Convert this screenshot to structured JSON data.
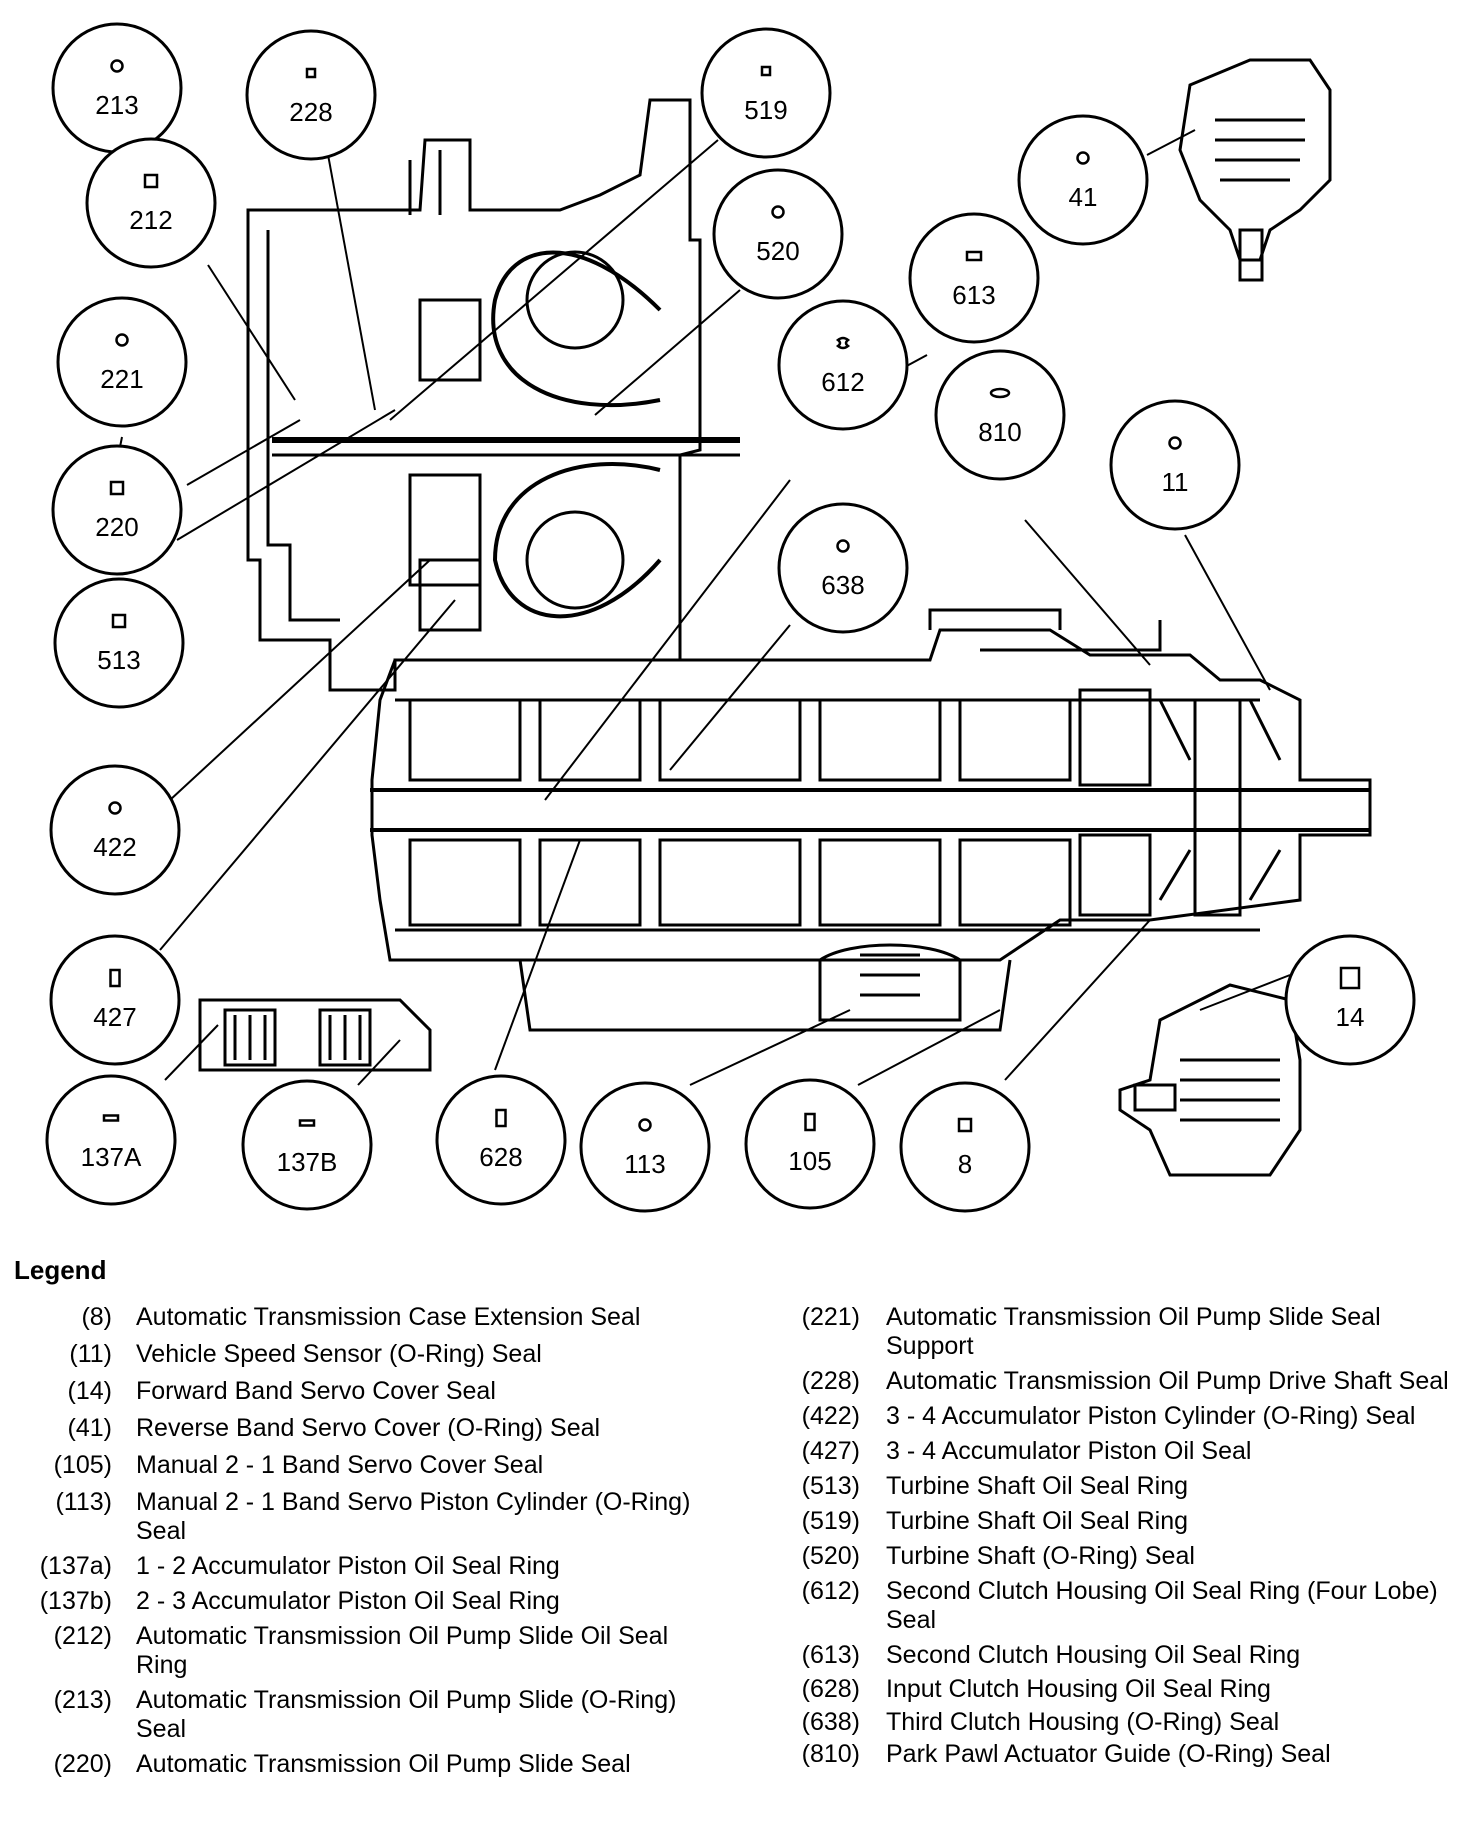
{
  "callouts": [
    {
      "id": "213",
      "symbol": "circle"
    },
    {
      "id": "228",
      "symbol": "small-square"
    },
    {
      "id": "519",
      "symbol": "small-square"
    },
    {
      "id": "212",
      "symbol": "square"
    },
    {
      "id": "520",
      "symbol": "circle"
    },
    {
      "id": "41",
      "symbol": "circle"
    },
    {
      "id": "613",
      "symbol": "wide-rect"
    },
    {
      "id": "221",
      "symbol": "circle"
    },
    {
      "id": "612",
      "symbol": "lobe"
    },
    {
      "id": "810",
      "symbol": "oval"
    },
    {
      "id": "11",
      "symbol": "circle"
    },
    {
      "id": "220",
      "symbol": "square"
    },
    {
      "id": "638",
      "symbol": "circle"
    },
    {
      "id": "513",
      "symbol": "square"
    },
    {
      "id": "422",
      "symbol": "circle"
    },
    {
      "id": "427",
      "symbol": "tall-rect"
    },
    {
      "id": "14",
      "symbol": "large-square"
    },
    {
      "id": "137A",
      "symbol": "flat-rect"
    },
    {
      "id": "137B",
      "symbol": "flat-rect"
    },
    {
      "id": "628",
      "symbol": "tall-rect"
    },
    {
      "id": "113",
      "symbol": "circle"
    },
    {
      "id": "105",
      "symbol": "tall-rect"
    },
    {
      "id": "8",
      "symbol": "square"
    }
  ],
  "legend": {
    "title": "Legend",
    "left": [
      {
        "code": "(8)",
        "text": "Automatic Transmission Case Extension Seal"
      },
      {
        "code": "(11)",
        "text": "Vehicle Speed Sensor (O-Ring) Seal"
      },
      {
        "code": "(14)",
        "text": "Forward Band Servo Cover Seal"
      },
      {
        "code": "(41)",
        "text": "Reverse Band Servo Cover (O-Ring) Seal"
      },
      {
        "code": "(105)",
        "text": "Manual 2 - 1 Band Servo Cover Seal"
      },
      {
        "code": "(113)",
        "text": "Manual 2 - 1 Band Servo Piston Cylinder (O-Ring) Seal"
      },
      {
        "code": "(137a)",
        "text": "1 - 2 Accumulator Piston Oil Seal Ring"
      },
      {
        "code": "(137b)",
        "text": "2 - 3 Accumulator Piston Oil Seal Ring"
      },
      {
        "code": "(212)",
        "text": "Automatic Transmission Oil Pump Slide Oil Seal Ring"
      },
      {
        "code": "(213)",
        "text": "Automatic Transmission Oil Pump Slide (O-Ring) Seal"
      },
      {
        "code": "(220)",
        "text": "Automatic Transmission Oil Pump Slide Seal"
      }
    ],
    "right": [
      {
        "code": "(221)",
        "text": "Automatic Transmission Oil Pump Slide Seal Support"
      },
      {
        "code": "(228)",
        "text": "Automatic Transmission Oil Pump Drive Shaft Seal"
      },
      {
        "code": "(422)",
        "text": "3 - 4 Accumulator Piston Cylinder (O-Ring) Seal"
      },
      {
        "code": "(427)",
        "text": "3 - 4 Accumulator Piston Oil Seal"
      },
      {
        "code": "(513)",
        "text": "Turbine Shaft Oil Seal Ring"
      },
      {
        "code": "(519)",
        "text": "Turbine Shaft Oil Seal Ring"
      },
      {
        "code": "(520)",
        "text": "Turbine Shaft (O-Ring) Seal"
      },
      {
        "code": "(612)",
        "text": "Second Clutch Housing Oil Seal Ring (Four Lobe) Seal"
      },
      {
        "code": "(613)",
        "text": "Second Clutch Housing Oil Seal Ring"
      },
      {
        "code": "(628)",
        "text": "Input Clutch Housing Oil Seal Ring"
      },
      {
        "code": "(638)",
        "text": "Third Clutch Housing (O-Ring) Seal"
      },
      {
        "code": "(810)",
        "text": "Park Pawl Actuator Guide (O-Ring) Seal"
      }
    ]
  }
}
